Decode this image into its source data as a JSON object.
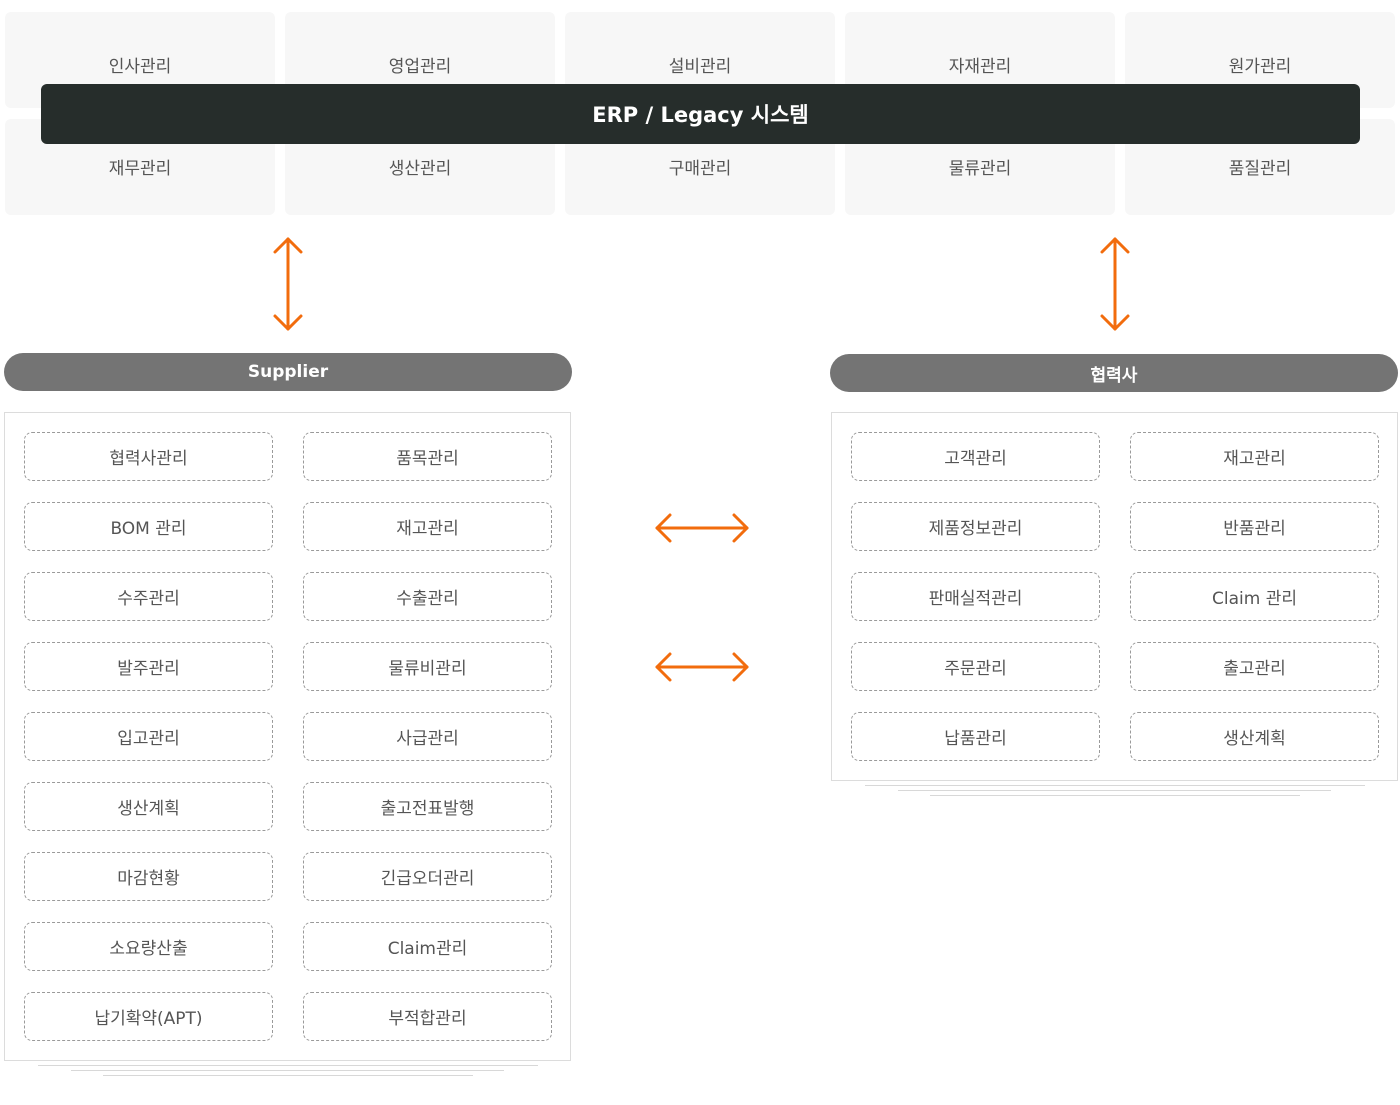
{
  "erp": {
    "title": "ERP / Legacy 시스템",
    "top_modules": [
      "인사관리",
      "영업관리",
      "설비관리",
      "자재관리",
      "원가관리"
    ],
    "bottom_modules": [
      "재무관리",
      "생산관리",
      "구매관리",
      "물류관리",
      "품질관리"
    ]
  },
  "supplier": {
    "label": "Supplier",
    "items": [
      "협력사관리",
      "품목관리",
      "BOM 관리",
      "재고관리",
      "수주관리",
      "수출관리",
      "발주관리",
      "물류비관리",
      "입고관리",
      "사급관리",
      "생산계획",
      "출고전표발행",
      "마감현황",
      "긴급오더관리",
      "소요량산출",
      "Claim관리",
      "납기확약(APT)",
      "부적합관리"
    ]
  },
  "partner": {
    "label": "협력사",
    "items": [
      "고객관리",
      "재고관리",
      "제품정보관리",
      "반품관리",
      "판매실적관리",
      "Claim 관리",
      "주문관리",
      "출고관리",
      "납품관리",
      "생산계획"
    ]
  },
  "colors": {
    "arrow": "#f26c0d",
    "erp_bar": "#262d2b",
    "pill": "#747474",
    "tile": "#f7f7f7"
  }
}
